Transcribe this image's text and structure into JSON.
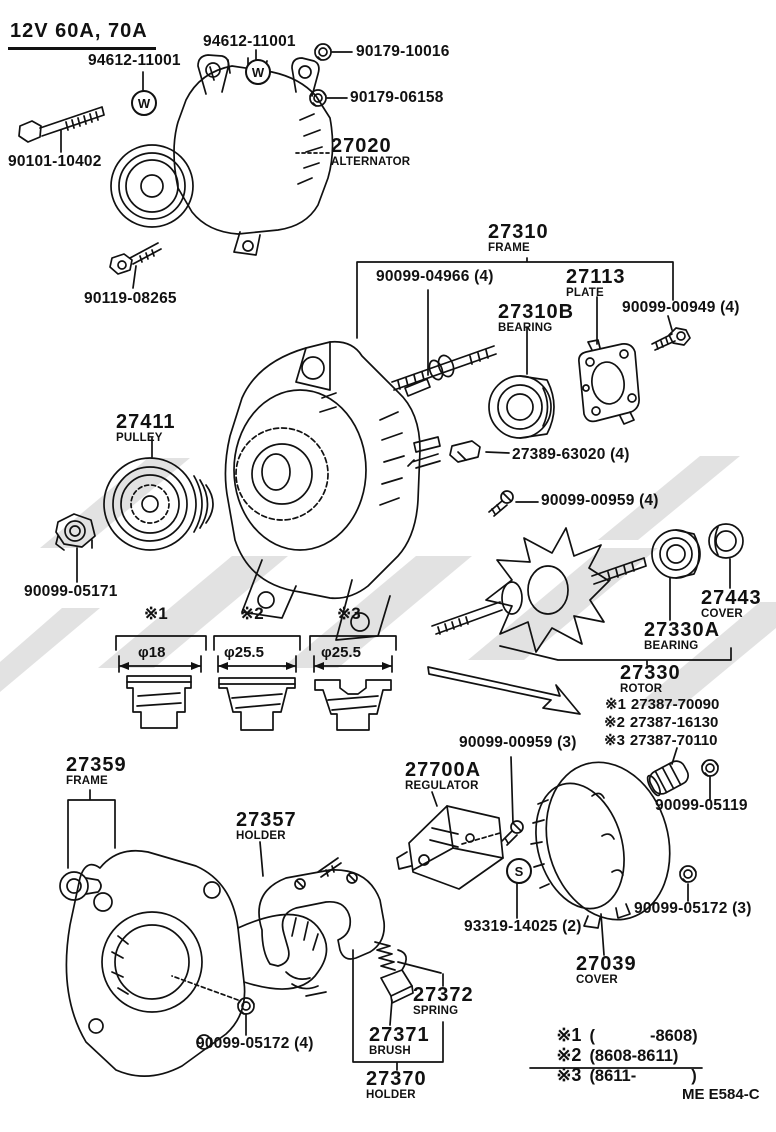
{
  "title": "12V 60A, 70A",
  "doc_code": "ME E584-C",
  "symbols": {
    "washer": "W",
    "screw_set": "S"
  },
  "parts": {
    "p94612_top": "94612-11001",
    "p94612_left": "94612-11001",
    "p90179_10016": "90179-10016",
    "p90179_06158": "90179-06158",
    "p90101_10402": "90101-10402",
    "p90119_08265": "90119-08265",
    "p90099_04966": "90099-04966 (4)",
    "p90099_00949": "90099-00949 (4)",
    "p27389_63020": "27389-63020 (4)",
    "p90099_00959_4": "90099-00959 (4)",
    "p90099_05171": "90099-05171",
    "p90099_00959_3": "90099-00959 (3)",
    "p90099_05119": "90099-05119",
    "p93319_14025": "93319-14025 (2)",
    "p90099_05172_3": "90099-05172 (3)",
    "p90099_05172_4": "90099-05172 (4)"
  },
  "assemblies": {
    "alternator": {
      "num": "27020",
      "name": "ALTERNATOR"
    },
    "frame_front": {
      "num": "27310",
      "name": "FRAME"
    },
    "plate": {
      "num": "27113",
      "name": "PLATE"
    },
    "bearing_front": {
      "num": "27310B",
      "name": "BEARING"
    },
    "pulley": {
      "num": "27411",
      "name": "PULLEY"
    },
    "cover_small": {
      "num": "27443",
      "name": "COVER"
    },
    "bearing_rear": {
      "num": "27330A",
      "name": "BEARING"
    },
    "rotor": {
      "num": "27330",
      "name": "ROTOR"
    },
    "frame_rear": {
      "num": "27359",
      "name": "FRAME"
    },
    "regulator": {
      "num": "27700A",
      "name": "REGULATOR"
    },
    "holder_brush": {
      "num": "27357",
      "name": "HOLDER"
    },
    "cover_rear": {
      "num": "27039",
      "name": "COVER"
    },
    "spring": {
      "num": "27372",
      "name": "SPRING"
    },
    "brush": {
      "num": "27371",
      "name": "BRUSH"
    },
    "holder_rear": {
      "num": "27370",
      "name": "HOLDER"
    }
  },
  "notes": [
    {
      "mark": "※1",
      "value": "27387-70090"
    },
    {
      "mark": "※2",
      "value": "27387-16130"
    },
    {
      "mark": "※3",
      "value": "27387-70110"
    }
  ],
  "variants": [
    {
      "mark": "※1",
      "dia": "φ18"
    },
    {
      "mark": "※2",
      "dia": "φ25.5"
    },
    {
      "mark": "※3",
      "dia": "φ25.5"
    }
  ],
  "date_ranges": [
    {
      "mark": "※1",
      "range": "(            -8608)"
    },
    {
      "mark": "※2",
      "range": "(8608-8611)"
    },
    {
      "mark": "※3",
      "range": "(8611-            )"
    }
  ]
}
